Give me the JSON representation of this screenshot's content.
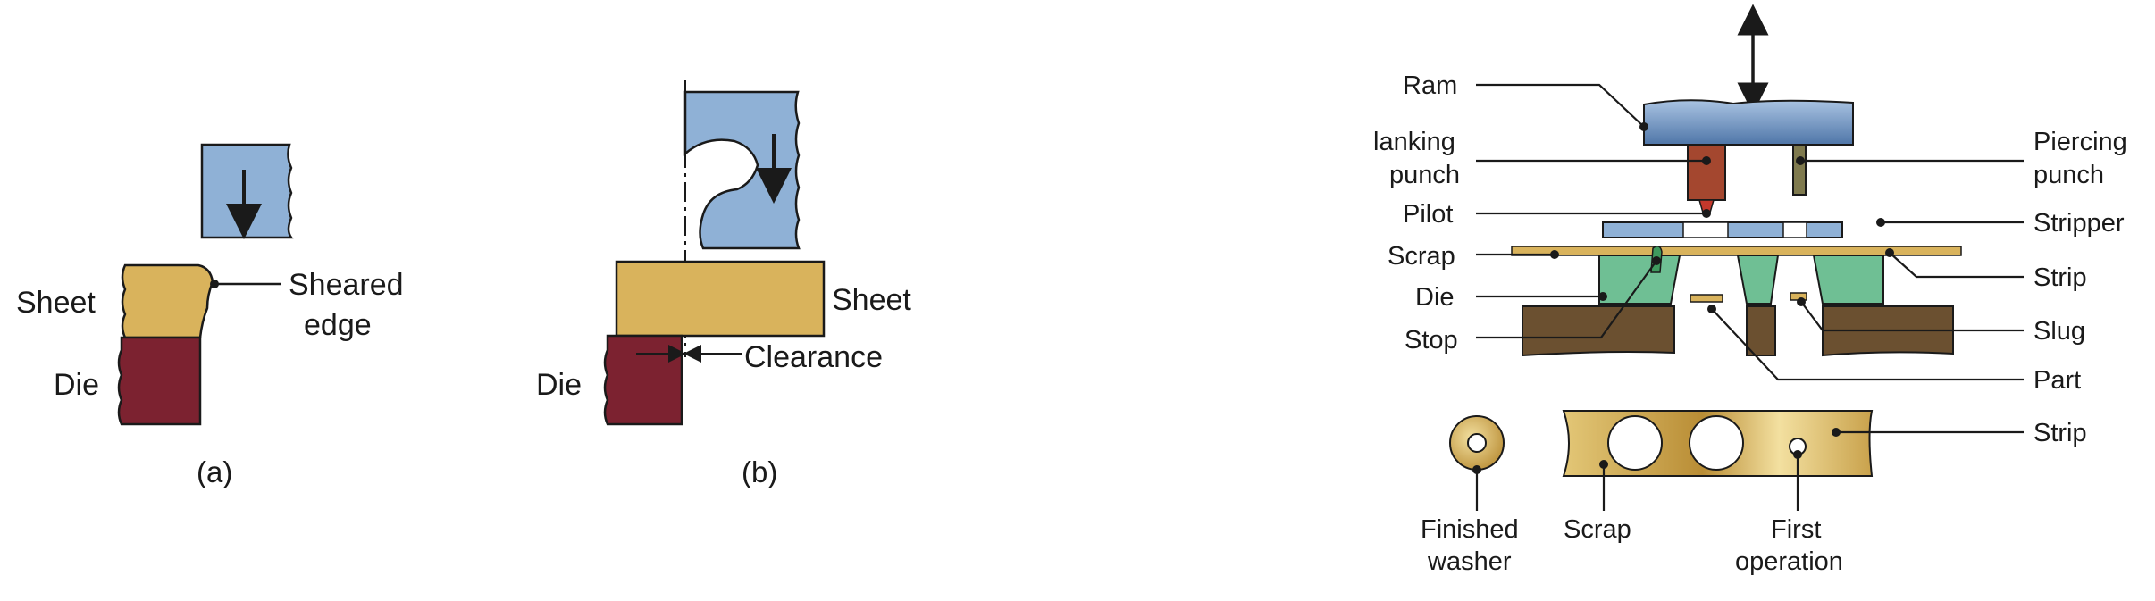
{
  "figure_a": {
    "label_sheet": "Sheet",
    "label_die": "Die",
    "label_sheared_1": "Sheared",
    "label_sheared_2": "edge",
    "caption": "(a)"
  },
  "figure_b": {
    "label_sheet": "Sheet",
    "label_die": "Die",
    "label_clearance": "Clearance",
    "caption": "(b)"
  },
  "figure_c": {
    "labels_left": {
      "ram": "Ram",
      "blanking_1": "lanking",
      "blanking_2": "punch",
      "pilot": "Pilot",
      "scrap": "Scrap",
      "die": "Die",
      "stop": "Stop"
    },
    "labels_right": {
      "piercing_1": "Piercing",
      "piercing_2": "punch",
      "stripper": "Stripper",
      "strip": "Strip",
      "slug": "Slug",
      "part": "Part",
      "strip_lower": "Strip"
    },
    "labels_bottom": {
      "finished_1": "Finished",
      "finished_2": "washer",
      "scrap": "Scrap",
      "first_1": "First",
      "first_2": "operation"
    }
  },
  "colors": {
    "punch_blue": "#8fb1d6",
    "sheet_gold": "#d9b35c",
    "die_maroon": "#7c2230",
    "die_green": "#6fbf94",
    "base_brown": "#6b5030",
    "blank_punch": "#a4472f",
    "pilot_red": "#c4382c",
    "piercing_punch": "#7f7a4e",
    "strip_gold": "#d9b35c"
  }
}
